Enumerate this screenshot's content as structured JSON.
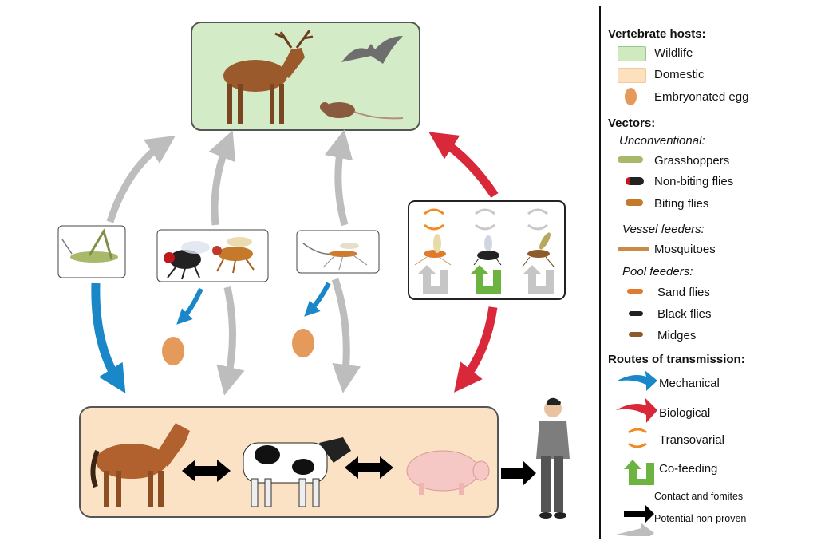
{
  "legend": {
    "vertebrate_hosts": {
      "heading": "Vertebrate hosts:",
      "items": [
        {
          "label": "Wildlife",
          "icon": "green-swatch",
          "color": "#cfeabf"
        },
        {
          "label": "Domestic",
          "icon": "peach-swatch",
          "color": "#fde0bd"
        },
        {
          "label": "Embryonated egg",
          "icon": "egg-icon",
          "color": "#e59a5c"
        }
      ]
    },
    "vectors": {
      "heading": "Vectors:",
      "unconventional": {
        "label": "Unconventional:",
        "items": [
          "Grasshoppers",
          "Non-biting flies",
          "Biting flies"
        ]
      },
      "vessel_feeders": {
        "label": "Vessel feeders:",
        "items": [
          "Mosquitoes"
        ]
      },
      "pool_feeders": {
        "label": "Pool feeders:",
        "items": [
          "Sand flies",
          "Black flies",
          "Midges"
        ]
      }
    },
    "routes": {
      "heading": "Routes of transmission:",
      "items": [
        {
          "label": "Mechanical",
          "color": "#1a87c9"
        },
        {
          "label": "Biological",
          "color": "#d8283a"
        },
        {
          "label": "Transovarial",
          "color": "#f28a24"
        },
        {
          "label": "Co-feeding",
          "color": "#6cb33f"
        },
        {
          "label": "Contact and fomites",
          "color": "#000000"
        },
        {
          "label": "Potential non-proven",
          "color": "#b8b8b8"
        }
      ]
    }
  },
  "colors": {
    "wildlife_bg": "#d3ebc6",
    "domestic_bg": "#fbe2c4",
    "box_border": "#555555"
  }
}
